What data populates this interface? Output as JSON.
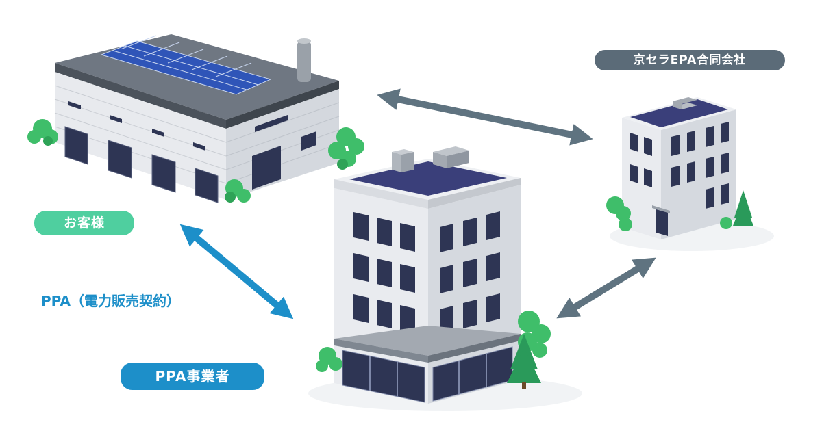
{
  "labels": {
    "kyocera": "京セラEPA合同会社",
    "customer": "お客様",
    "contract": "PPA（電力販売契約）",
    "ppa_operator": "PPA事業者"
  },
  "colors": {
    "kyocera_pill": "#5b6b78",
    "customer_pill": "#4fcf9f",
    "ppa_operator_pill": "#1d8fc9",
    "contract_text": "#1d8fc9",
    "arrow_gray": "#5f7380",
    "arrow_blue": "#1d8fc9"
  }
}
